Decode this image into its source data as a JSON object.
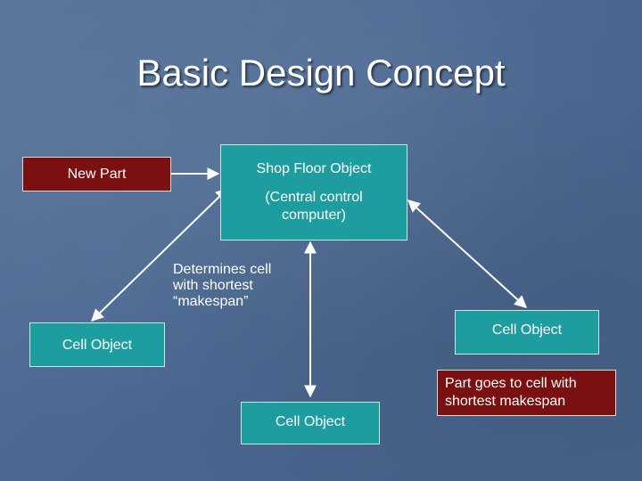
{
  "title": "Basic Design Concept",
  "nodes": {
    "new_part": "New Part",
    "shop_floor_line1": "Shop Floor Object",
    "shop_floor_line2": "(Central control",
    "shop_floor_line3": "computer)",
    "cell_left": "Cell Object",
    "cell_bottom": "Cell Object",
    "cell_right": "Cell Object",
    "part_goes_line1": "Part goes to cell with",
    "part_goes_line2": "shortest makespan"
  },
  "notes": {
    "determines_line1": "Determines cell",
    "determines_line2": "with shortest",
    "determines_line3": "“makespan”"
  },
  "colors": {
    "background": "#4d6a8e",
    "teal_box": "#1e9da0",
    "red_box": "#7a1010",
    "arrow": "#ffffff"
  }
}
